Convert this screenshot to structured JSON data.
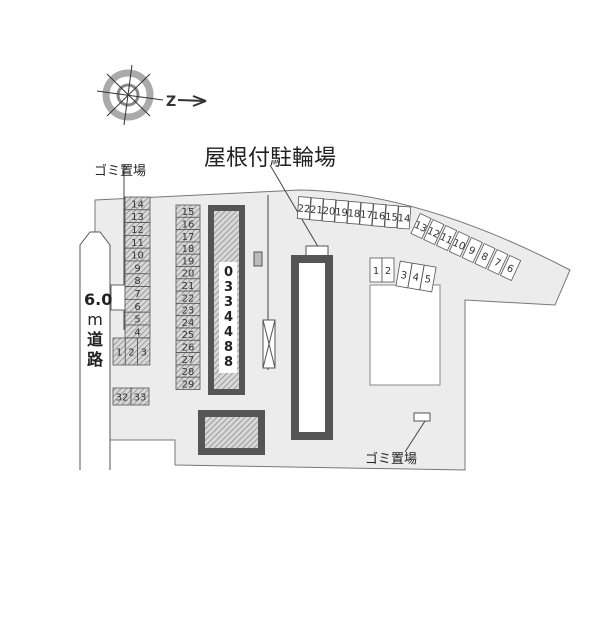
{
  "labels": {
    "roof_bike_parking": "屋根付駐輪場",
    "garbage_1": "ゴミ置場",
    "garbage_2": "ゴミ置場",
    "road_width": "6.0",
    "road_unit": "m",
    "road_1": "道",
    "road_2": "路",
    "building_number": "0334488",
    "compass_north": "N"
  },
  "stalls": {
    "left_column": [
      "14",
      "13",
      "12",
      "11",
      "10",
      "9",
      "8",
      "7",
      "6",
      "5",
      "4"
    ],
    "left_bottom_row": [
      "1",
      "2",
      "3"
    ],
    "middle_column": [
      "15",
      "16",
      "17",
      "18",
      "19",
      "20",
      "21",
      "22",
      "23",
      "24",
      "25",
      "26",
      "27",
      "28",
      "29"
    ],
    "bottom_pair": [
      "32",
      "33"
    ],
    "top_curve": [
      "22",
      "21",
      "20",
      "19",
      "18",
      "17",
      "16",
      "15",
      "14",
      "13",
      "12",
      "11",
      "10",
      "9",
      "8",
      "7",
      "6"
    ],
    "right_group": [
      "1",
      "2",
      "3",
      "4",
      "5"
    ]
  },
  "colors": {
    "site": "#ececec",
    "building": "#555555",
    "hatch": "#9a9a9a",
    "line": "#444444"
  }
}
